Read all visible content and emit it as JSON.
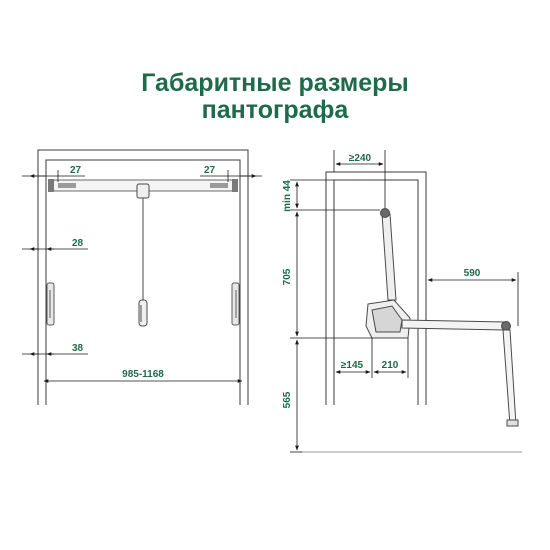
{
  "title": {
    "line1": "Габаритные размеры",
    "line2": "пантографа"
  },
  "colors": {
    "title": "#1d6b4a",
    "dimension_text": "#1d6b4a",
    "dimension_line": "#1a1a1a",
    "cabinet": "#3b3b3b",
    "frame_part": "#9a9a9a"
  },
  "front_view": {
    "dim_left_top": "27",
    "dim_right_top": "27",
    "dim_left_mid": "28",
    "dim_left_bottom": "38",
    "dim_width": "985-1168"
  },
  "side_view": {
    "dim_depth_top": "≥240",
    "dim_min_top": "min 44",
    "dim_height_upper": "705",
    "dim_reach": "590",
    "dim_offset_left": "≥145",
    "dim_offset_right": "210",
    "dim_height_lower": "565"
  }
}
